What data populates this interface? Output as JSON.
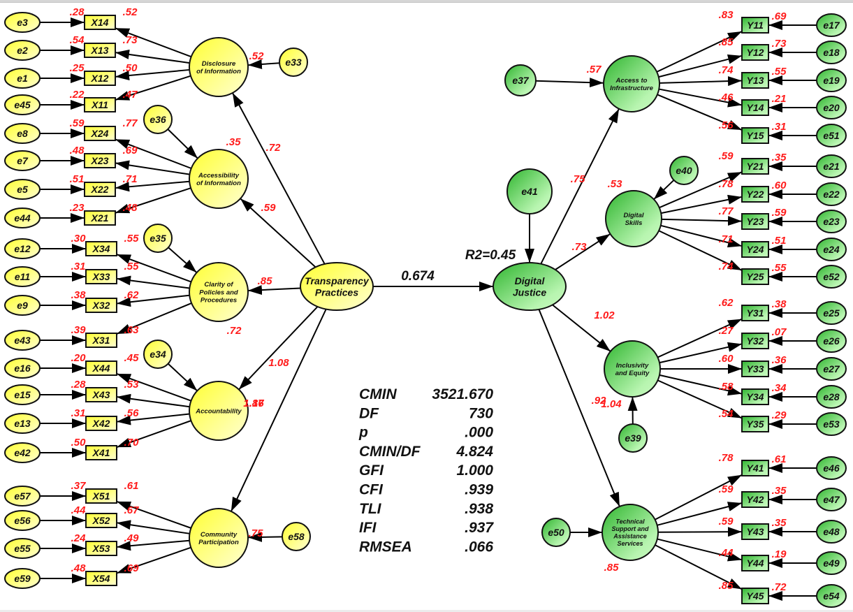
{
  "diagram": {
    "type": "structural-equation-model",
    "colors": {
      "exogenous_fill_light": "#ffffc8",
      "exogenous_fill_dark": "#ffff33",
      "endogenous_fill_light": "#b8f5b0",
      "endogenous_fill_dark": "#2fb52f",
      "coefficient_text": "#ff1a1a",
      "stroke": "#111111"
    },
    "central": {
      "exogenous": {
        "id": "TP",
        "label_lines": [
          "Transparency",
          "Practices"
        ]
      },
      "endogenous": {
        "id": "DJ",
        "label_lines": [
          "Digital",
          "Justice"
        ]
      },
      "path_coefficient": "0.674",
      "r_squared_label": "R2=0.45",
      "dj_error": "e41"
    },
    "left_factors": [
      {
        "id": "F1",
        "label_lines": [
          "Disclosure",
          "of Information"
        ],
        "structural_coef": ".72",
        "r2": ".52",
        "disturbance": "e33",
        "disturbance_coef": ".52",
        "indicators": [
          {
            "name": "X14",
            "error": "e3",
            "loading": ".52",
            "error_coef": ".28"
          },
          {
            "name": "X13",
            "error": "e2",
            "loading": ".73",
            "error_coef": ".54"
          },
          {
            "name": "X12",
            "error": "e1",
            "loading": ".50",
            "error_coef": ".25"
          },
          {
            "name": "X11",
            "error": "e45",
            "loading": ".47",
            "error_coef": ".22"
          }
        ]
      },
      {
        "id": "F2",
        "label_lines": [
          "Accessibility",
          "of Information"
        ],
        "structural_coef": ".59",
        "r2": ".35",
        "disturbance": "e36",
        "indicators": [
          {
            "name": "X24",
            "error": "e8",
            "loading": ".77",
            "error_coef": ".59"
          },
          {
            "name": "X23",
            "error": "e7",
            "loading": ".69",
            "error_coef": ".48"
          },
          {
            "name": "X22",
            "error": "e5",
            "loading": ".71",
            "error_coef": ".51"
          },
          {
            "name": "X21",
            "error": "e44",
            "loading": ".48",
            "error_coef": ".23"
          }
        ]
      },
      {
        "id": "F3",
        "label_lines": [
          "Clarity of",
          "Policies and",
          "Procedures"
        ],
        "structural_coef": ".85",
        "r2": ".72",
        "disturbance": "e35",
        "indicators": [
          {
            "name": "X34",
            "error": "e12",
            "loading": ".55",
            "error_coef": ".30"
          },
          {
            "name": "X33",
            "error": "e11",
            "loading": ".55",
            "error_coef": ".31"
          },
          {
            "name": "X32",
            "error": "e9",
            "loading": ".62",
            "error_coef": ".38"
          },
          {
            "name": "X31",
            "error": "e43",
            "loading": ".63",
            "error_coef": ".39"
          }
        ]
      },
      {
        "id": "F4",
        "label_lines": [
          "Accountability"
        ],
        "structural_coef": "1.08",
        "r2": "1.87 / 1.16 (overlapping)",
        "disturbance": "e34",
        "overlap_labels": [
          "1.87",
          "1.16"
        ],
        "indicators": [
          {
            "name": "X44",
            "error": "e16",
            "loading": ".45",
            "error_coef": ".20"
          },
          {
            "name": "X43",
            "error": "e15",
            "loading": ".53",
            "error_coef": ".28"
          },
          {
            "name": "X42",
            "error": "e13",
            "loading": ".56",
            "error_coef": ".31"
          },
          {
            "name": "X41",
            "error": "e42",
            "loading": ".70",
            "error_coef": ".50"
          }
        ]
      },
      {
        "id": "F5",
        "label_lines": [
          "Community",
          "Participation"
        ],
        "structural_coef": "",
        "r2": ".75",
        "disturbance": "e58",
        "disturbance_coef": ".75",
        "indicators": [
          {
            "name": "X51",
            "error": "e57",
            "loading": ".61",
            "error_coef": ".37"
          },
          {
            "name": "X52",
            "error": "e56",
            "loading": ".67",
            "error_coef": ".44"
          },
          {
            "name": "X53",
            "error": "e55",
            "loading": ".49",
            "error_coef": ".24"
          },
          {
            "name": "X54",
            "error": "e59",
            "loading": ".69",
            "error_coef": ".48"
          }
        ]
      }
    ],
    "right_factors": [
      {
        "id": "G1",
        "label_lines": [
          "Access to",
          "Infrastructure"
        ],
        "structural_coef": ".75",
        "disturbance": "e37",
        "disturbance_coef": ".57",
        "indicators": [
          {
            "name": "Y11",
            "error": "e17",
            "loading": ".83",
            "error_coef": ".69"
          },
          {
            "name": "Y12",
            "error": "e18",
            "loading": ".85",
            "error_coef": ".73"
          },
          {
            "name": "Y13",
            "error": "e19",
            "loading": ".74",
            "error_coef": ".55"
          },
          {
            "name": "Y14",
            "error": "e20",
            "loading": ".46",
            "error_coef": ".21"
          },
          {
            "name": "Y15",
            "error": "e51",
            "loading": ".56",
            "error_coef": ".31"
          }
        ]
      },
      {
        "id": "G2",
        "label_lines": [
          "Digital",
          "Skills"
        ],
        "structural_coef": ".73",
        "r2": ".53",
        "disturbance": "e40",
        "indicators": [
          {
            "name": "Y21",
            "error": "e21",
            "loading": ".59",
            "error_coef": ".35"
          },
          {
            "name": "Y22",
            "error": "e22",
            "loading": ".78",
            "error_coef": ".60"
          },
          {
            "name": "Y23",
            "error": "e23",
            "loading": ".77",
            "error_coef": ".59"
          },
          {
            "name": "Y24",
            "error": "e24",
            "loading": ".71",
            "error_coef": ".51"
          },
          {
            "name": "Y25",
            "error": "e52",
            "loading": ".74",
            "error_coef": ".55"
          }
        ]
      },
      {
        "id": "G3",
        "label_lines": [
          "Inclusivity",
          "and Equity"
        ],
        "structural_coef": "1.02",
        "r2": "1.04",
        "disturbance": "e39",
        "indicators": [
          {
            "name": "Y31",
            "error": "e25",
            "loading": ".62",
            "error_coef": ".38"
          },
          {
            "name": "Y32",
            "error": "e26",
            "loading": ".27",
            "error_coef": ".07"
          },
          {
            "name": "Y33",
            "error": "e27",
            "loading": ".60",
            "error_coef": ".36"
          },
          {
            "name": "Y34",
            "error": "e28",
            "loading": ".58",
            "error_coef": ".34"
          },
          {
            "name": "Y35",
            "error": "e53",
            "loading": ".54",
            "error_coef": ".29"
          }
        ]
      },
      {
        "id": "G4",
        "label_lines": [
          "Technical",
          "Support and",
          "Assistance",
          "Services"
        ],
        "structural_coef": ".92",
        "r2": ".85",
        "disturbance": "e50",
        "indicators": [
          {
            "name": "Y41",
            "error": "e46",
            "loading": ".78",
            "error_coef": ".61"
          },
          {
            "name": "Y42",
            "error": "e47",
            "loading": ".59",
            "error_coef": ".35"
          },
          {
            "name": "Y43",
            "error": "e48",
            "loading": ".59",
            "error_coef": ".35"
          },
          {
            "name": "Y44",
            "error": "e49",
            "loading": ".44",
            "error_coef": ".19"
          },
          {
            "name": "Y45",
            "error": "e54",
            "loading": ".85",
            "error_coef": ".72"
          }
        ]
      }
    ],
    "fit_indices": [
      {
        "label": "CMIN",
        "value": "3521.670"
      },
      {
        "label": "DF",
        "value": "730"
      },
      {
        "label": "p",
        "value": ".000"
      },
      {
        "label": "CMIN/DF",
        "value": "4.824"
      },
      {
        "label": "GFI",
        "value": "1.000"
      },
      {
        "label": "CFI",
        "value": ".939"
      },
      {
        "label": "TLI",
        "value": ".938"
      },
      {
        "label": "IFI",
        "value": ".937"
      },
      {
        "label": "RMSEA",
        "value": ".066"
      }
    ]
  }
}
